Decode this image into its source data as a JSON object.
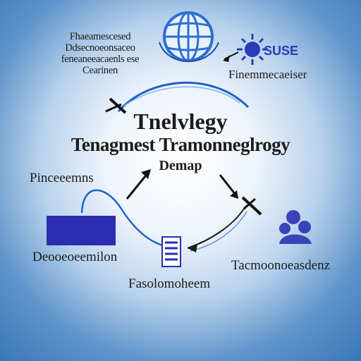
{
  "diagram": {
    "title_line1": "Tnelvlegy",
    "title_line2": "Tenagmest Tramonneglrogy",
    "title_line3": "Demap",
    "labels": {
      "top_left": "Fhaeamescesed Ddsecnoeonsaceo feneaneeacaenls ese Cearinen",
      "top_right": "Finemmecaeiser",
      "left": "Pinceeemns",
      "bottom_left": "Deooeoeemilon",
      "bottom": "Fasolomoheem",
      "right": "Tacmoonoeasdenz"
    },
    "icon_text": {
      "top_right_logo": "SUSE"
    },
    "colors": {
      "accent_blue": "#2b3bb8",
      "arrow_blue": "#2a6fd6",
      "dark": "#1a1a1a"
    }
  }
}
